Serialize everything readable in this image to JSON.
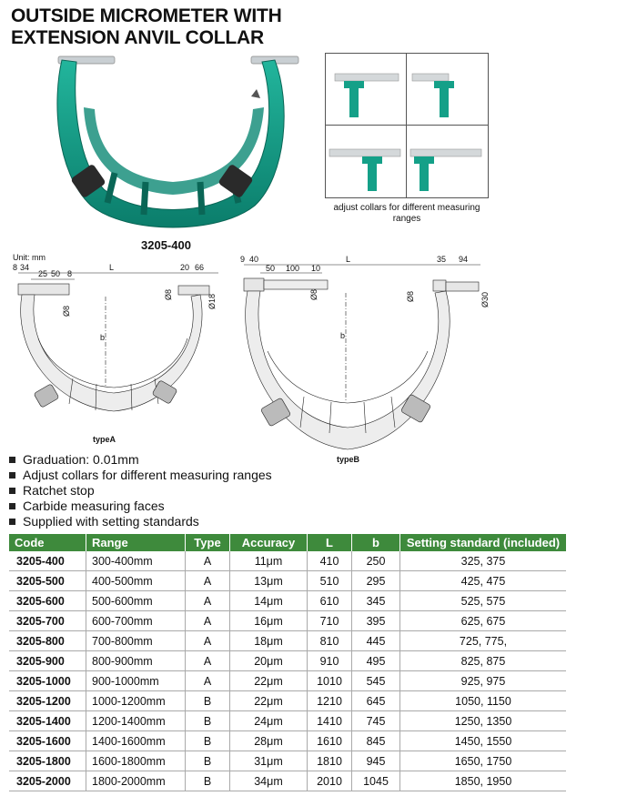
{
  "title_line1": "OUTSIDE MICROMETER WITH",
  "title_line2": "EXTENSION ANVIL COLLAR",
  "model_label": "3205-400",
  "collars_caption": "adjust collars for different measuring ranges",
  "colors": {
    "brand_green": "#3e8a3c",
    "frame_green": "#0f9a86",
    "collar_dark": "#2a2a2a"
  },
  "diagram_a": {
    "unit": "Unit: mm",
    "dims_top": [
      "8",
      "34",
      "25",
      "50",
      "8",
      "L",
      "20",
      "66"
    ],
    "dims_side": [
      "Ø8",
      "Ø8",
      "Ø18",
      "b"
    ],
    "type_label": "typeA"
  },
  "diagram_b": {
    "dims_top": [
      "9",
      "40",
      "50",
      "100",
      "10",
      "L",
      "35",
      "94"
    ],
    "dims_side": [
      "Ø8",
      "Ø8",
      "Ø30",
      "b"
    ],
    "type_label": "typeB"
  },
  "features": [
    "Graduation: 0.01mm",
    "Adjust collars for different measuring ranges",
    "Ratchet stop",
    "Carbide measuring faces",
    "Supplied with setting standards"
  ],
  "table": {
    "headers": [
      "Code",
      "Range",
      "Type",
      "Accuracy",
      "L",
      "b",
      "Setting standard (included)"
    ],
    "rows": [
      [
        "3205-400",
        "300-400mm",
        "A",
        "11μm",
        "410",
        "250",
        "325, 375"
      ],
      [
        "3205-500",
        "400-500mm",
        "A",
        "13μm",
        "510",
        "295",
        "425, 475"
      ],
      [
        "3205-600",
        "500-600mm",
        "A",
        "14μm",
        "610",
        "345",
        "525, 575"
      ],
      [
        "3205-700",
        "600-700mm",
        "A",
        "16μm",
        "710",
        "395",
        "625, 675"
      ],
      [
        "3205-800",
        "700-800mm",
        "A",
        "18μm",
        "810",
        "445",
        "725, 775,"
      ],
      [
        "3205-900",
        "800-900mm",
        "A",
        "20μm",
        "910",
        "495",
        "825, 875"
      ],
      [
        "3205-1000",
        "900-1000mm",
        "A",
        "22μm",
        "1010",
        "545",
        "925, 975"
      ],
      [
        "3205-1200",
        "1000-1200mm",
        "B",
        "22μm",
        "1210",
        "645",
        "1050, 1150"
      ],
      [
        "3205-1400",
        "1200-1400mm",
        "B",
        "24μm",
        "1410",
        "745",
        "1250, 1350"
      ],
      [
        "3205-1600",
        "1400-1600mm",
        "B",
        "28μm",
        "1610",
        "845",
        "1450, 1550"
      ],
      [
        "3205-1800",
        "1600-1800mm",
        "B",
        "31μm",
        "1810",
        "945",
        "1650, 1750"
      ],
      [
        "3205-2000",
        "1800-2000mm",
        "B",
        "34μm",
        "2010",
        "1045",
        "1850, 1950"
      ]
    ]
  }
}
